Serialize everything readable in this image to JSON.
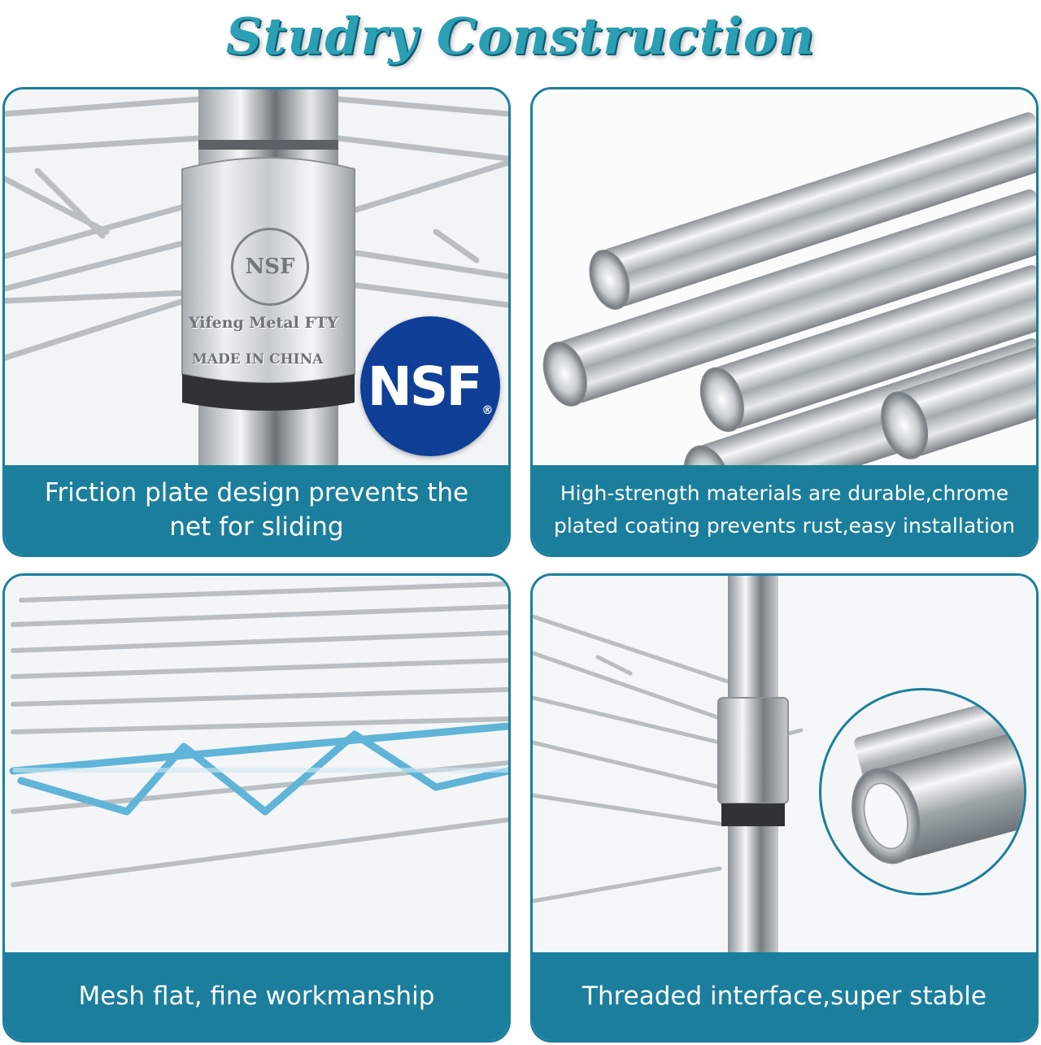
{
  "title": "Studry Construction",
  "panels": [
    {
      "caption_line1": "Friction plate design prevents the",
      "caption_line2": "net for sliding",
      "badge": {
        "text": "NSF",
        "reg": "®"
      },
      "stamp": {
        "circle": "NSF",
        "line1": "Yifeng Metal FTY",
        "line2": "MADE IN CHINA"
      }
    },
    {
      "caption_line1": "High-strength materials are durable,chrome",
      "caption_line2": "plated coating prevents rust,easy installation"
    },
    {
      "caption_line1": "Mesh flat, fine workmanship"
    },
    {
      "caption_line1": "Threaded interface,super stable"
    }
  ],
  "colors": {
    "title": "#2ba0b4",
    "title_shadow": "#0e5c73",
    "panel_border": "#1b7e9d",
    "caption_bg": "#1b7e9d",
    "caption_text": "#ffffff",
    "nsf_badge": "#0f3f97",
    "mesh_highlight": "#5fb4d8"
  }
}
